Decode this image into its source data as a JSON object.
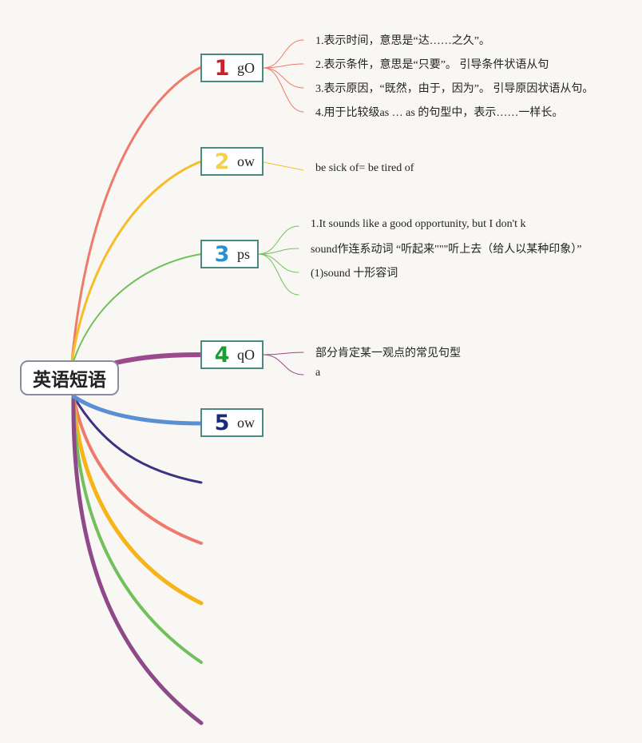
{
  "root": {
    "label": "英语短语"
  },
  "topics": [
    {
      "number": "1",
      "label": "gO",
      "color": "#ef7a6b",
      "number_color": "#cc1f2d",
      "items": [
        "1.表示时间，意思是“达……之久”。",
        "2.表示条件，意思是“只要”。 引导条件状语从句",
        "3.表示原因，“既然，由于，因为”。 引导原因状语从句。",
        "4.用于比较级as … as 的句型中，表示……一样长。"
      ]
    },
    {
      "number": "2",
      "label": "ow",
      "color": "#f6bd2a",
      "number_color": "#f3d14f",
      "items": [
        "be sick of= be tired of"
      ]
    },
    {
      "number": "3",
      "label": "ps",
      "color": "#72c05c",
      "number_color": "#2d8fd0",
      "items": [
        "1.It sounds like a good opportunity, but I don't k",
        "sound作连系动词 “听起来\"\"\"听上去（给人以某种印象）”",
        "(1)sound 十形容词",
        ""
      ]
    },
    {
      "number": "4",
      "label": "qO",
      "color": "#9b4a8c",
      "number_color": "#1e9a39",
      "items": [
        "部分肯定某一观点的常见句型",
        "a"
      ]
    },
    {
      "number": "5",
      "label": "ow",
      "color": "#5a8fd6",
      "number_color": "#1a2a7a",
      "items": []
    }
  ],
  "empty_branch_colors": [
    "#3c3185",
    "#ef7a6b",
    "#f6b418",
    "#72c05c",
    "#8e4a88"
  ]
}
